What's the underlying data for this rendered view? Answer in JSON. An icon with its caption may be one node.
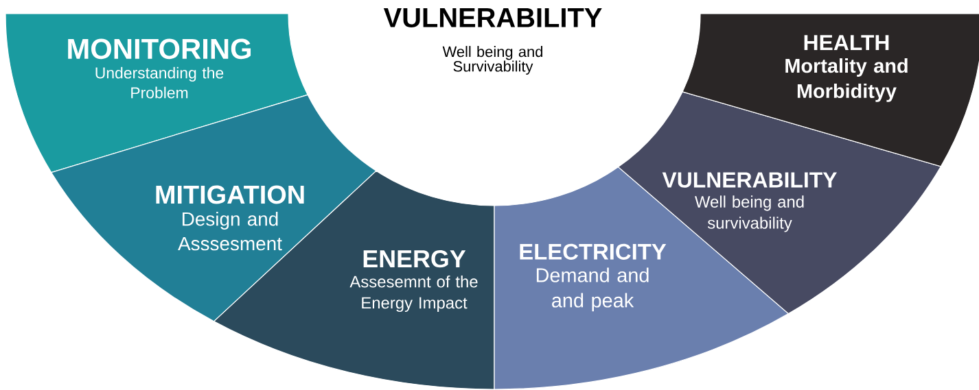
{
  "diagram": {
    "title": "VULNERABILITY",
    "nodes": [
      {
        "text": [
          "MONITORING",
          "Understanding the Problem"
        ]
      },
      {
        "text": [
          "MITIGATION",
          "Design and Asssesment"
        ]
      },
      {
        "text": [
          "ENERGY",
          "Assesemnt of the Energy Impact"
        ]
      },
      {
        "text": [
          "ELECTRICITY",
          "Demand and and peak"
        ]
      },
      {
        "text": [
          "VULNERABILITY",
          "Well being and survivability"
        ]
      },
      {
        "text": [
          "HEALTH",
          "Mortality and Morbidityy"
        ]
      }
    ],
    "labels": [
      "Well being and Survivability"
    ]
  }
}
